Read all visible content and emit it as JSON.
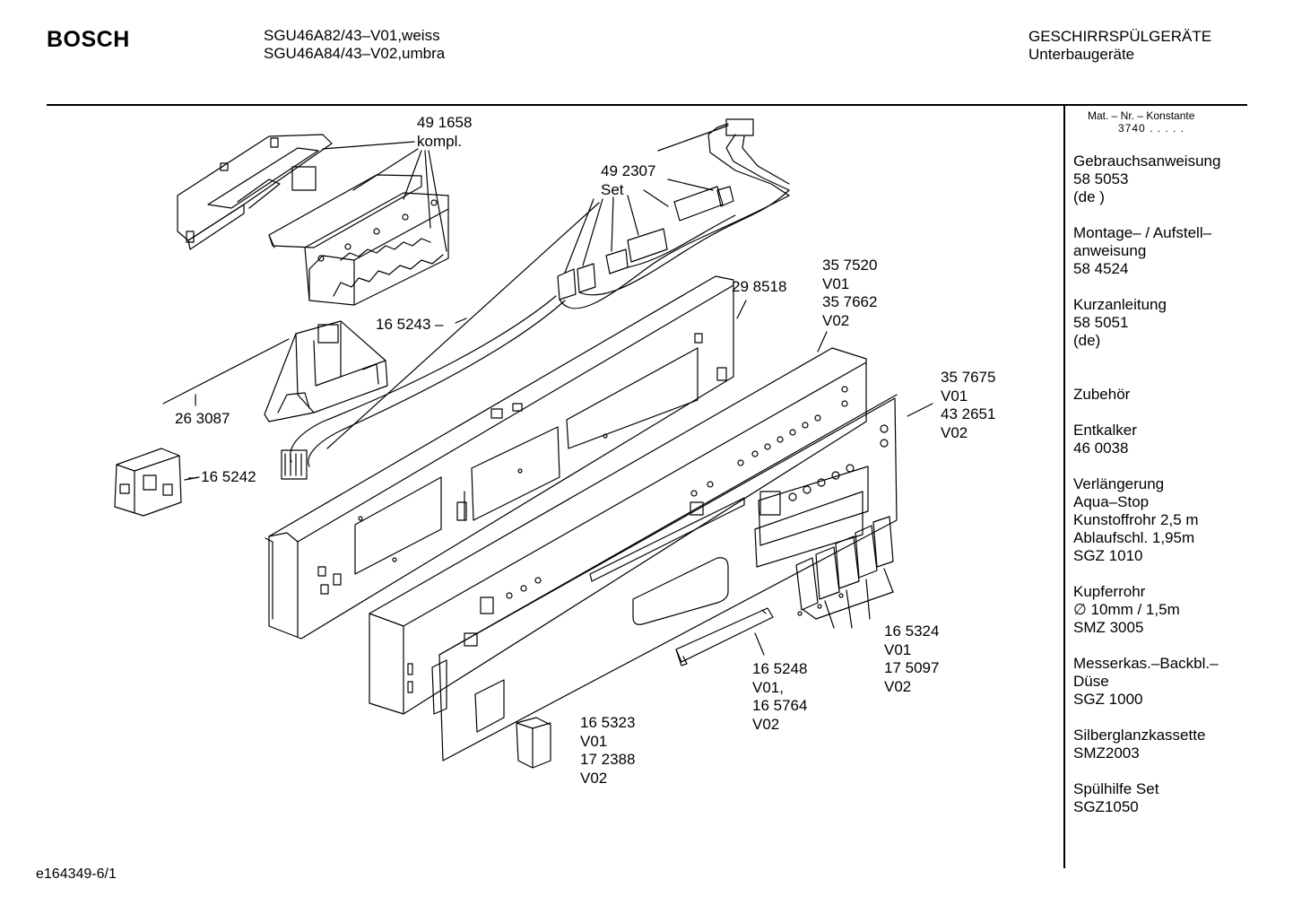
{
  "header": {
    "brand": "BOSCH",
    "models": [
      "SGU46A82/43–V01,weiss",
      "SGU46A84/43–V02,umbra"
    ],
    "category": [
      "GESCHIRRSPÜLGERÄTE",
      "Unterbaugeräte"
    ]
  },
  "footer": {
    "code": "e164349-6/1"
  },
  "sidebar": {
    "constant_label": "Mat. – Nr. – Konstante",
    "constant_value": "3740 . . . . .",
    "items": [
      {
        "lines": [
          "Gebrauchsanweisung",
          "58 5053",
          "(de )"
        ]
      },
      {
        "lines": [
          "Montage– / Aufstell–",
          "anweisung",
          "58 4524"
        ]
      },
      {
        "lines": [
          "Kurzanleitung",
          "58 5051",
          "(de)"
        ]
      },
      {
        "lines": [
          "",
          "Zubehör"
        ]
      },
      {
        "lines": [
          "Entkalker",
          "46 0038"
        ]
      },
      {
        "lines": [
          "Verlängerung",
          "Aqua–Stop",
          "Kunstoffrohr 2,5 m",
          "Ablaufschl. 1,95m",
          "SGZ 1010"
        ]
      },
      {
        "lines": [
          "Kupferrohr",
          "∅ 10mm / 1,5m",
          "SMZ 3005"
        ]
      },
      {
        "lines": [
          "Messerkas.–Backbl.–",
          "Düse",
          "SGZ 1000"
        ]
      },
      {
        "lines": [
          "Silberglanzkassette",
          "SMZ2003"
        ]
      },
      {
        "lines": [
          "Spülhilfe Set",
          "SGZ1050"
        ]
      }
    ]
  },
  "callouts": {
    "c491658": [
      "49 1658",
      "kompl."
    ],
    "c492307": [
      "49 2307",
      "Set"
    ],
    "c298518": [
      "29 8518"
    ],
    "c357520": [
      "35 7520",
      "V01",
      "35 7662",
      "V02"
    ],
    "c165243": [
      "16 5243 –"
    ],
    "c263087": [
      "26 3087"
    ],
    "c165242": [
      "–  16 5242"
    ],
    "c357675": [
      "35 7675",
      "V01",
      "43 2651",
      "V02"
    ],
    "c165324": [
      "16 5324",
      "V01",
      "17 5097",
      "V02"
    ],
    "c165248": [
      "16 5248",
      "V01,",
      "16 5764",
      "V02"
    ],
    "c165323": [
      "16 5323",
      "V01",
      "17 2388",
      "V02"
    ]
  }
}
